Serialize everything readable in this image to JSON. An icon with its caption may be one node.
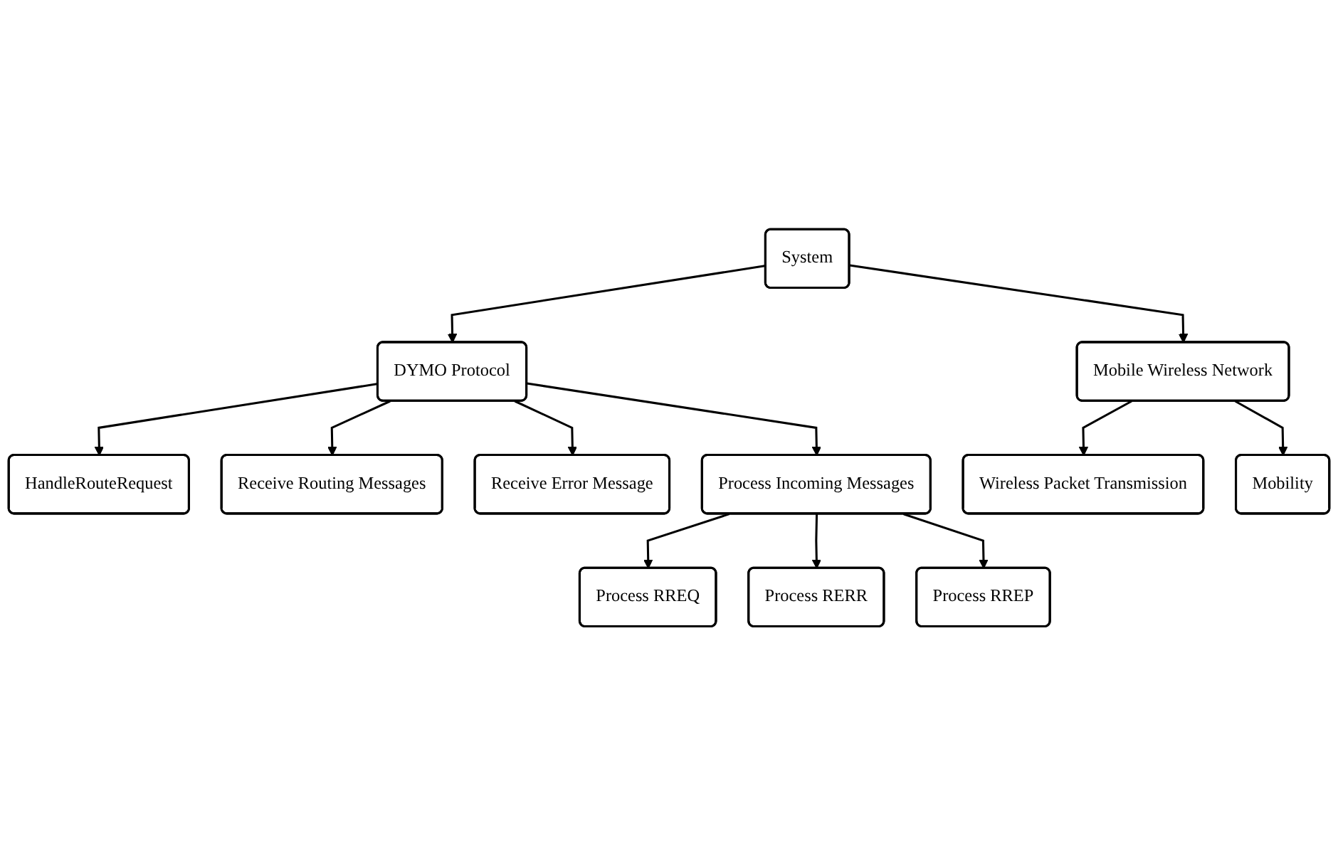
{
  "diagram": {
    "nodes": [
      {
        "text": [
          "System"
        ]
      },
      {
        "text": [
          "DYMO Protocol"
        ]
      },
      {
        "text": [
          "Mobile Wireless Network"
        ]
      },
      {
        "text": [
          "HandleRouteRequest"
        ]
      },
      {
        "text": [
          "Receive Routing Messages"
        ]
      },
      {
        "text": [
          "Receive Error Message"
        ]
      },
      {
        "text": [
          "Process Incoming Messages"
        ]
      },
      {
        "text": [
          "Process RREQ"
        ]
      },
      {
        "text": [
          "Process RERR"
        ]
      },
      {
        "text": [
          "Process RREP"
        ]
      },
      {
        "text": [
          "Wireless Packet Transmission"
        ]
      },
      {
        "text": [
          "Mobility"
        ]
      }
    ],
    "edges": [
      {
        "from": 0,
        "to": 1,
        "arrow": "to"
      },
      {
        "from": 0,
        "to": 2,
        "arrow": "to"
      },
      {
        "from": 1,
        "to": 3,
        "arrow": "to"
      },
      {
        "from": 1,
        "to": 4,
        "arrow": "to"
      },
      {
        "from": 1,
        "to": 5,
        "arrow": "to"
      },
      {
        "from": 1,
        "to": 6,
        "arrow": "to"
      },
      {
        "from": 6,
        "to": 7,
        "arrow": "to"
      },
      {
        "from": 6,
        "to": 8,
        "arrow": "to"
      },
      {
        "from": 6,
        "to": 9,
        "arrow": "to"
      },
      {
        "from": 2,
        "to": 10,
        "arrow": "to"
      },
      {
        "from": 2,
        "to": 11,
        "arrow": "to"
      }
    ]
  }
}
